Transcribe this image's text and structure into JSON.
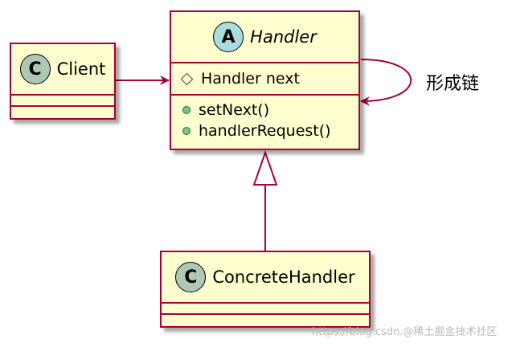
{
  "classes": {
    "client": {
      "badge": "C",
      "name": "Client"
    },
    "handler": {
      "badge": "A",
      "name": "Handler",
      "field": "Handler next",
      "methods": [
        "setNext()",
        "handlerRequest()"
      ]
    },
    "concrete": {
      "badge": "C",
      "name": "ConcreteHandler"
    }
  },
  "self_loop_label": "形成链",
  "watermark": "https://blog.csdn.@稀土掘金技术社区",
  "icons": {
    "protected_visibility": "hollow-diamond-icon",
    "public_visibility": "green-circle-icon"
  },
  "colors": {
    "class_fill": "#fefece",
    "class_border": "#a80036",
    "class_badge": "#adc9b5",
    "abstract_badge": "#a9dcdf",
    "public_dot": "#84be84"
  }
}
